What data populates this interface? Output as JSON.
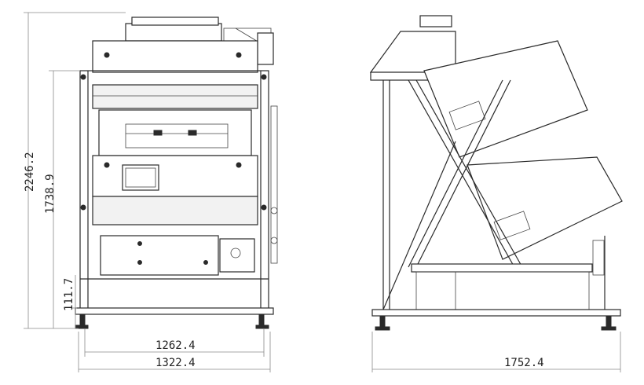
{
  "dimensions": {
    "front_overall_height": "2246.2",
    "front_frame_height": "1738.9",
    "front_base_height": "111.7",
    "front_inner_width": "1262.4",
    "front_overall_width": "1322.4",
    "side_overall_depth": "1752.4"
  },
  "colors": {
    "line": "#2a2a2a",
    "dimension_line": "#8a8a8a"
  }
}
